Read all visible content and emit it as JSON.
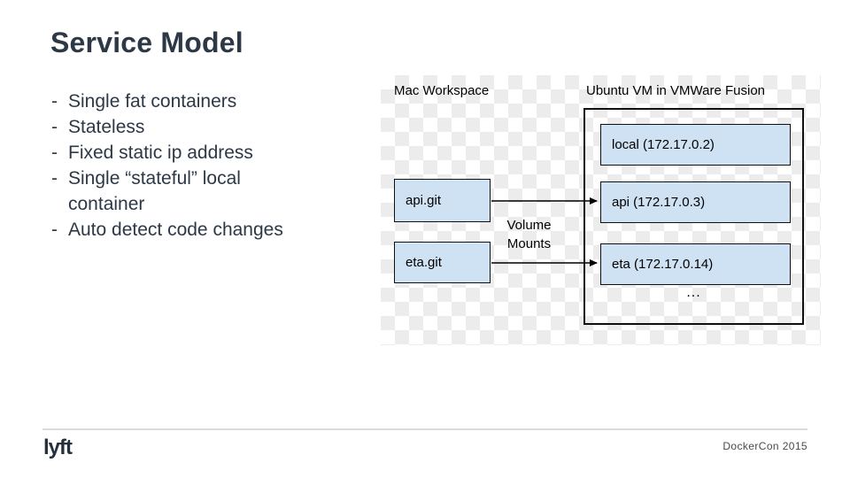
{
  "slide": {
    "title": "Service Model",
    "bullet_char": "-",
    "bullets": [
      "Single fat containers",
      "Stateless",
      "Fixed static ip address",
      "Single “stateful” local container",
      "Auto detect code changes"
    ]
  },
  "diagram": {
    "left_zone_label": "Mac Workspace",
    "right_zone_label": "Ubuntu VM in VMWare Fusion",
    "source_boxes": [
      {
        "label": "api.git"
      },
      {
        "label": "eta.git"
      }
    ],
    "arrow_label": "Volume Mounts",
    "vm_containers": [
      {
        "label": "local (172.17.0.2)"
      },
      {
        "label": "api (172.17.0.3)"
      },
      {
        "label": "eta (172.17.0.14)"
      }
    ],
    "more_indicator": "...",
    "colors": {
      "container_fill": "#cfe2f3",
      "container_border": "#111111",
      "title_text": "#2d3847"
    }
  },
  "footer": {
    "logo_text": "lyft",
    "event_label": "DockerCon 2015"
  }
}
